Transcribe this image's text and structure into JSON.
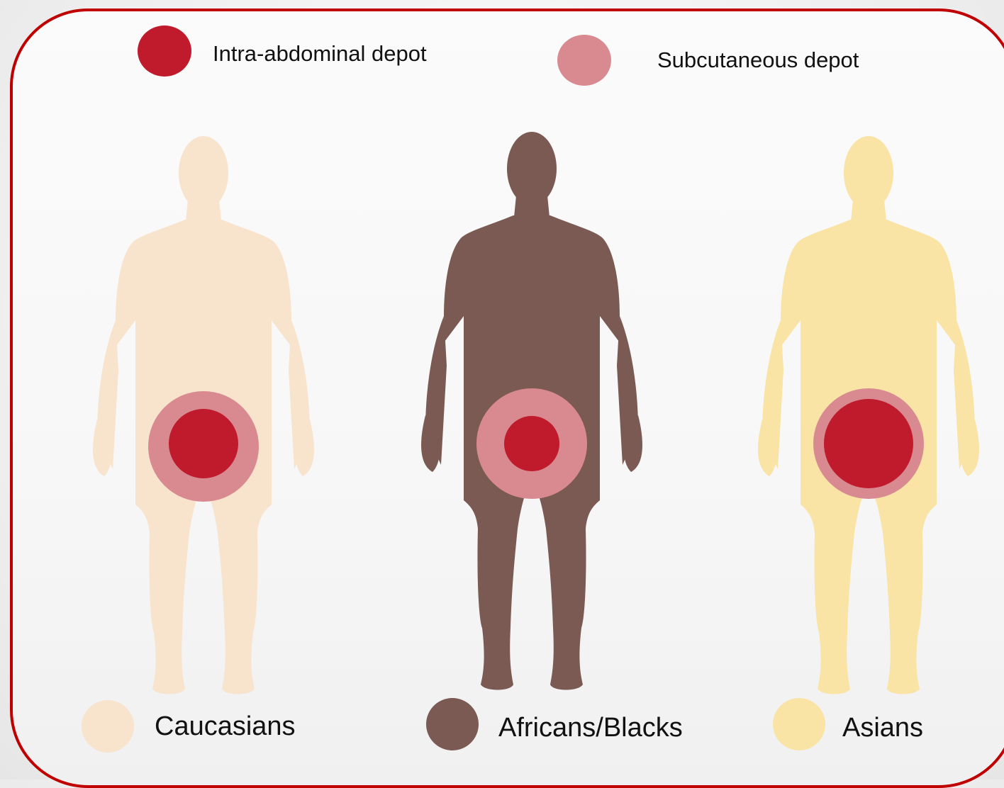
{
  "legend": {
    "intra_abdominal": {
      "label": "Intra-abdominal depot",
      "color": "#bf1b2c"
    },
    "subcutaneous": {
      "label": "Subcutaneous depot",
      "color": "#d98a91"
    }
  },
  "groups": [
    {
      "label": "Caucasians",
      "skin_color": "#f8e3cd"
    },
    {
      "label": "Africans/Blacks",
      "skin_color": "#7b5a53"
    },
    {
      "label": "Asians",
      "skin_color": "#f9e4a6"
    }
  ],
  "frame_color": "#c00000"
}
